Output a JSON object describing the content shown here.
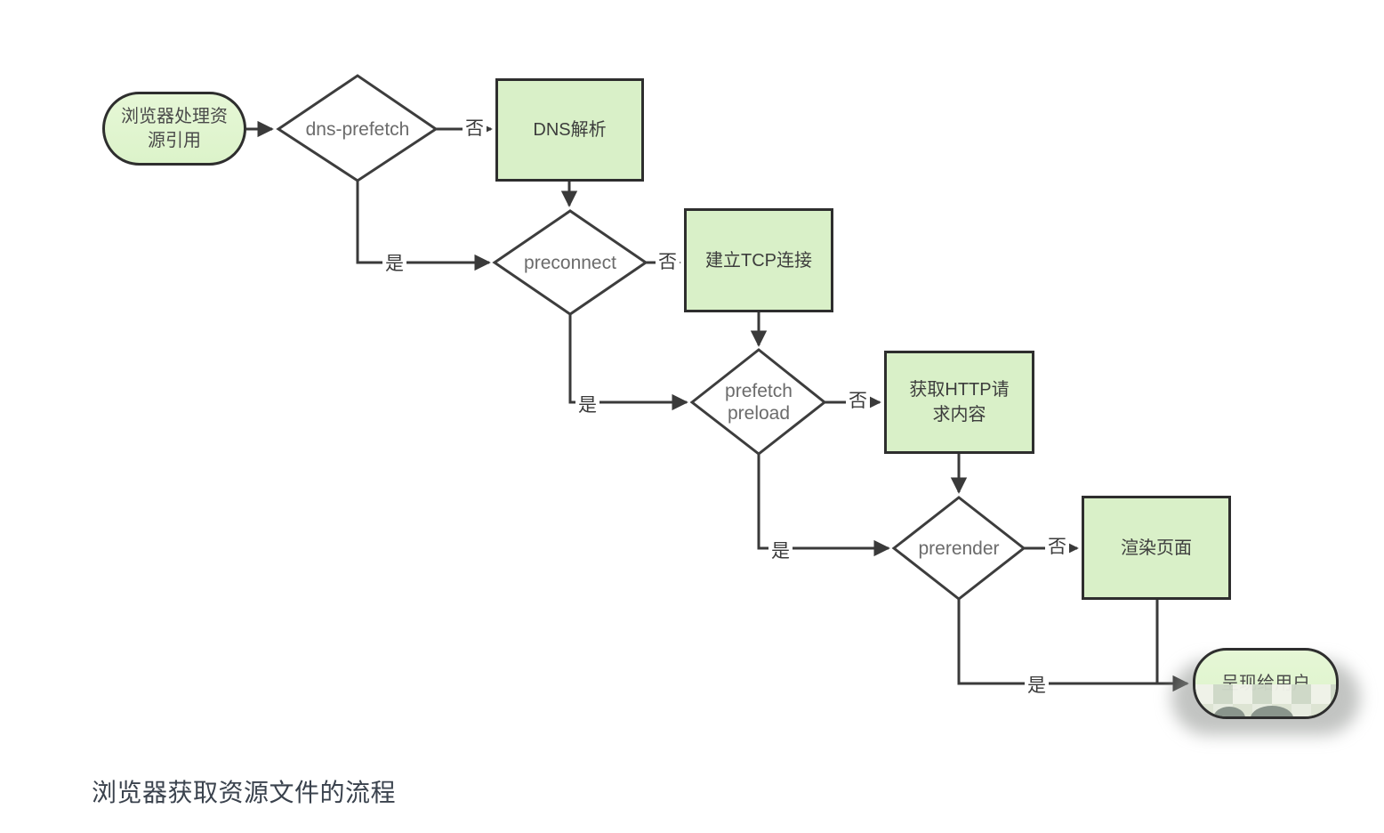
{
  "flowchart": {
    "start": {
      "label": "浏览器处理资源引用"
    },
    "decisions": {
      "dns_prefetch": "dns-prefetch",
      "preconnect": "preconnect",
      "prefetch_preload": "prefetch preload",
      "prerender": "prerender"
    },
    "processes": {
      "dns": "DNS解析",
      "tcp": "建立TCP连接",
      "http": "获取HTTP请求内容",
      "render": "渲染页面"
    },
    "end": {
      "label": "呈现给用户"
    },
    "edge_labels": {
      "yes": "是",
      "no": "否"
    }
  },
  "caption": "浏览器获取资源文件的流程",
  "colors": {
    "process_fill": "#d9f0c8",
    "terminal_fill": "#e0f4ce",
    "node_border": "#2e2e2e",
    "diamond_border": "#3d3d3d",
    "connector": "#3a3a3a",
    "diamond_text": "#6b6b6b",
    "box_text": "#3d3d3d",
    "caption_text": "#3a424d",
    "background": "#ffffff"
  }
}
